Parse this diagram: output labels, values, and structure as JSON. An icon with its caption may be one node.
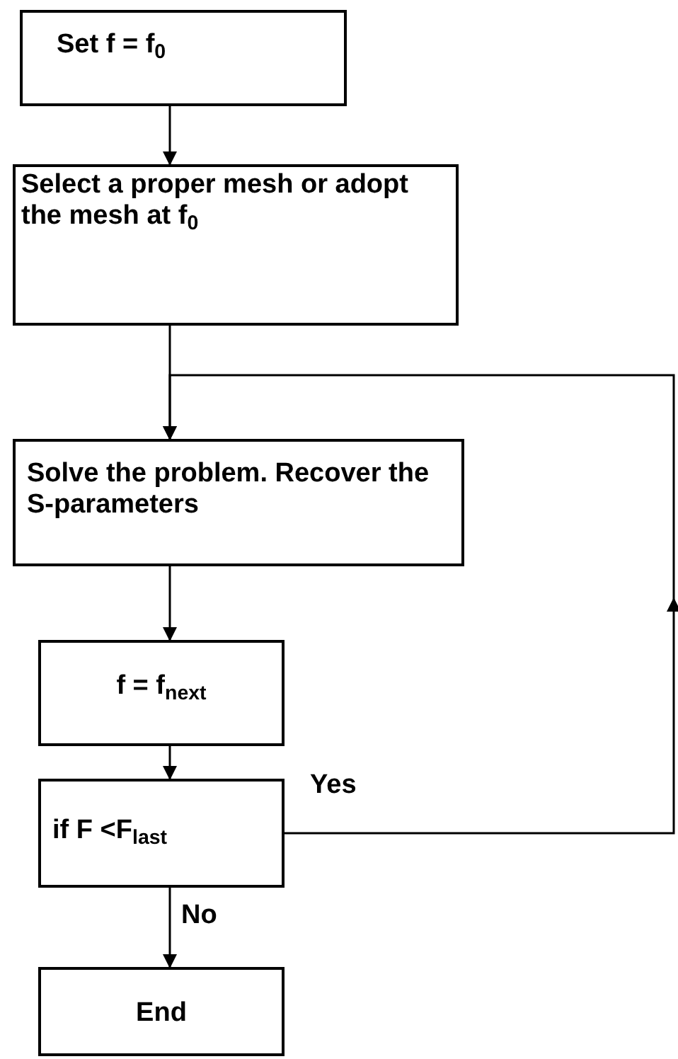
{
  "diagram": {
    "nodes": [
      {
        "text": [
          "Set f = f$_{0}$"
        ]
      },
      {
        "text": [
          "Select a proper mesh or adopt the mesh at f$_{0}$"
        ]
      },
      {
        "text": [
          "Solve the problem. Recover the S-parameters"
        ]
      },
      {
        "text": [
          "f = f$_{next}$"
        ]
      },
      {
        "text": [
          "if F <F$_{last}$"
        ]
      },
      {
        "text": [
          "End"
        ]
      }
    ],
    "edges": [
      {
        "from": 0,
        "to": 1,
        "arrow": "to"
      },
      {
        "from": 1,
        "to": 2,
        "arrow": "to"
      },
      {
        "from": 2,
        "to": 3,
        "arrow": "to"
      },
      {
        "from": 3,
        "to": 4,
        "arrow": "to"
      },
      {
        "from": 4,
        "to": 5,
        "arrow": "to",
        "label": "No"
      },
      {
        "from": 4,
        "to": 2,
        "arrow": "to",
        "label": "Yes"
      }
    ]
  }
}
